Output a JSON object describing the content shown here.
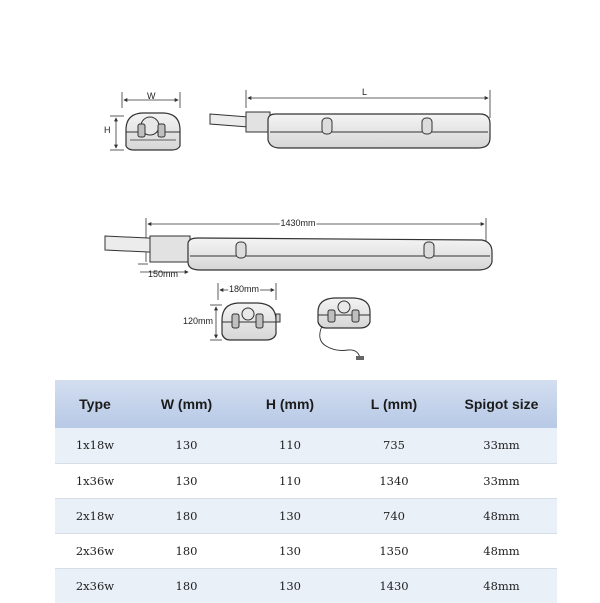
{
  "drawing": {
    "label_w": "W",
    "label_h": "H",
    "label_l": "L",
    "label_length": "1430mm",
    "label_spigot": "150mm",
    "label_width": "180mm",
    "label_height": "120mm"
  },
  "table": {
    "headers": [
      "Type",
      "W (mm)",
      "H (mm)",
      "L (mm)",
      "Spigot size"
    ],
    "rows": [
      [
        "1x18w",
        "130",
        "110",
        "735",
        "33mm"
      ],
      [
        "1x36w",
        "130",
        "110",
        "1340",
        "33mm"
      ],
      [
        "2x18w",
        "180",
        "130",
        "740",
        "48mm"
      ],
      [
        "2x36w",
        "180",
        "130",
        "1350",
        "48mm"
      ],
      [
        "2x36w",
        "180",
        "130",
        "1430",
        "48mm"
      ]
    ]
  }
}
